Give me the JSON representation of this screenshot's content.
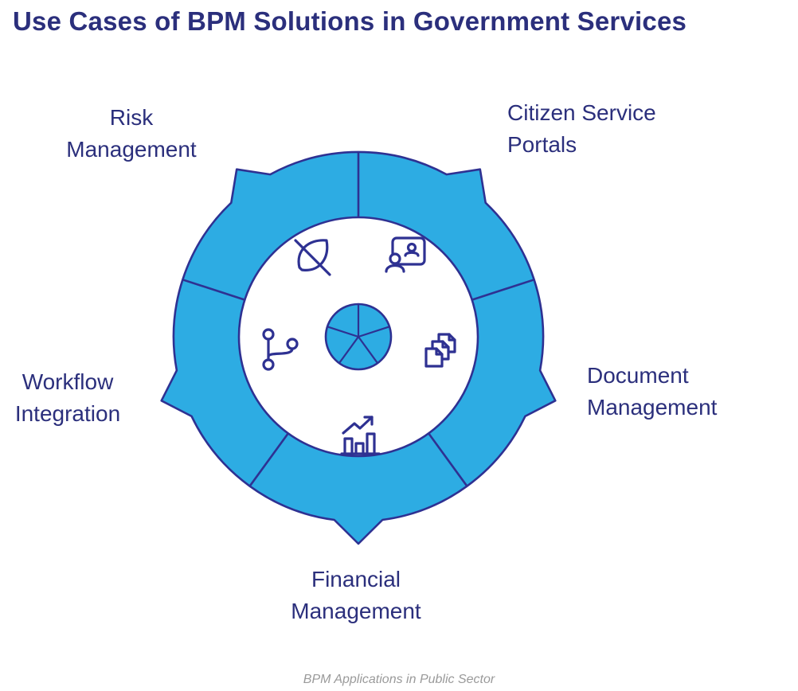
{
  "title": "Use Cases of BPM Solutions in Government Services",
  "footer": "BPM Applications in Public Sector",
  "colors": {
    "ring_fill": "#2DACE3",
    "outline": "#2E3192",
    "title_text": "#2B2F7C",
    "label_text": "#2B2F7C",
    "footer_text": "#9A9A9A",
    "background": "#FFFFFF"
  },
  "diagram": {
    "type": "cycle",
    "segment_count": 5,
    "center_icon": "pie-circle-icon",
    "segments": [
      {
        "label": "Citizen Service Portals",
        "icon": "id-badge-icon",
        "position": "top-right"
      },
      {
        "label": "Document Management",
        "icon": "documents-icon",
        "position": "right"
      },
      {
        "label": "Financial Management",
        "icon": "bar-chart-icon",
        "position": "bottom"
      },
      {
        "label": "Workflow Integration",
        "icon": "branch-icon",
        "position": "left"
      },
      {
        "label": "Risk Management",
        "icon": "leaf-icon",
        "position": "top-left"
      }
    ]
  }
}
